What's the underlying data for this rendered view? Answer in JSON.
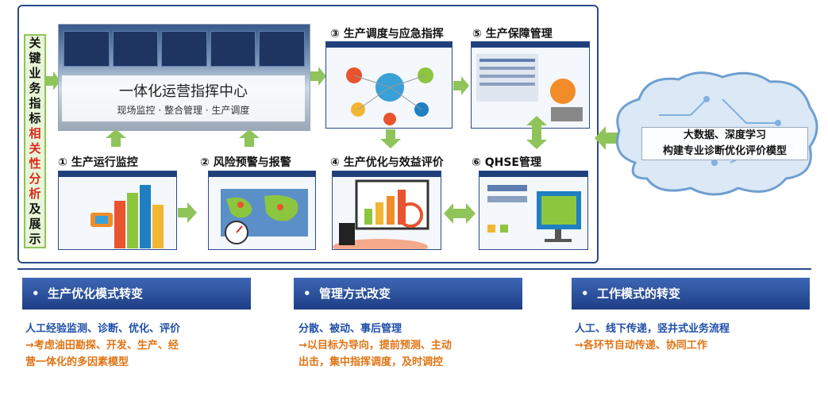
{
  "side_label": {
    "chars": [
      {
        "c": "关",
        "red": false
      },
      {
        "c": "键",
        "red": false
      },
      {
        "c": "业",
        "red": false
      },
      {
        "c": "务",
        "red": false
      },
      {
        "c": "指",
        "red": false
      },
      {
        "c": "标",
        "red": false
      },
      {
        "c": "相",
        "red": true
      },
      {
        "c": "关",
        "red": true
      },
      {
        "c": "性",
        "red": true
      },
      {
        "c": "分",
        "red": true
      },
      {
        "c": "析",
        "red": true
      },
      {
        "c": "及",
        "red": false
      },
      {
        "c": "展",
        "red": false
      },
      {
        "c": "示",
        "red": false
      }
    ]
  },
  "hero": {
    "title": "一体化运营指挥中心",
    "subtitle": "现场监控 · 整合管理 · 生产调度"
  },
  "sections": {
    "s1": "① 生产运行监控",
    "s2": "② 风险预警与报警",
    "s3": "③ 生产调度与应急指挥",
    "s4": "④ 生产优化与效益评价",
    "s5": "⑤ 生产保障管理",
    "s6": "⑥ QHSE管理"
  },
  "brain": {
    "line1": "大数据、深度学习",
    "line2": "构建专业诊断优化评价模型"
  },
  "bottom": [
    {
      "header": "生产优化模式转变",
      "blue": "人工经验监测、诊断、优化、评价",
      "orange1": "→考虑油田勘探、开发、生产、经",
      "orange2": "营一体化的多因素模型"
    },
    {
      "header": "管理方式改变",
      "blue": "分散、被动、事后管理",
      "orange1": "→以目标为导向，提前预测、主动",
      "orange2": "出击，集中指挥调度，及时调控"
    },
    {
      "header": "工作模式的转变",
      "blue": "人工、线下传递，竖井式业务流程",
      "orange1": "→各环节自动传递、协同工作",
      "orange2": ""
    }
  ],
  "colors": {
    "accent_blue": "#1f4fa8",
    "accent_orange": "#e07413",
    "arrow_green": "#8fc45a",
    "frame_navy": "#2a4a8c",
    "highlight_red": "#d92b1f"
  }
}
